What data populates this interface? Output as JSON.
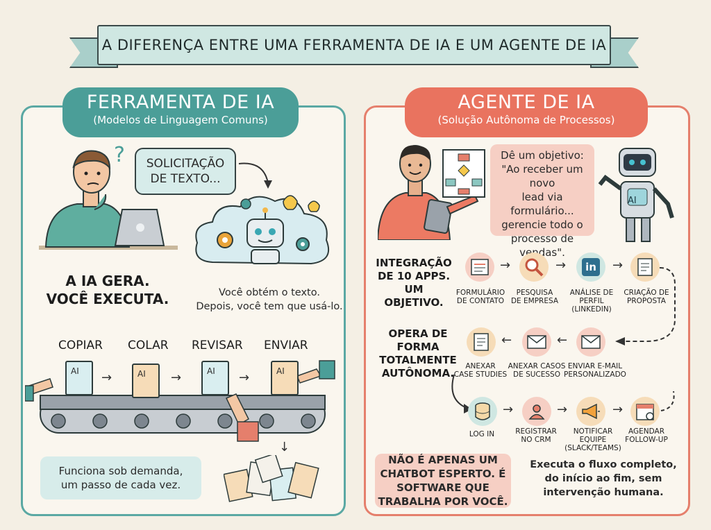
{
  "banner": {
    "title": "A DIFERENÇA ENTRE UMA FERRAMENTA DE IA E UM AGENTE DE IA"
  },
  "left": {
    "title": "FERRAMENTA DE IA",
    "subtitle": "(Modelos de Linguagem Comuns)",
    "speech_line1": "SOLICITAÇÃO",
    "speech_line2": "DE TEXTO...",
    "question_mark": "?",
    "caption_line1": "A IA GERA.",
    "caption_line2": "VOCÊ EXECUTA.",
    "result_line1": "Você obtém o texto.",
    "result_line2": "Depois, você tem que usá-lo.",
    "steps": [
      "COPIAR",
      "COLAR",
      "REVISAR",
      "ENVIAR"
    ],
    "doc_label": "AI",
    "note_line1": "Funciona sob demanda,",
    "note_line2": "um passo de cada vez."
  },
  "right": {
    "title": "AGENTE DE IA",
    "subtitle": "(Solução Autônoma de Processos)",
    "objective_line1": "Dê um objetivo:",
    "objective_line2": "\"Ao receber um novo",
    "objective_line3": "lead via formulário...",
    "objective_line4": "gerencie todo o",
    "objective_line5": "processo de",
    "objective_line6": "vendas\".",
    "robot_badge": "AI",
    "integration_line1": "INTEGRAÇÃO",
    "integration_line2": "DE 10 APPS.",
    "integration_line3": "UM OBJETIVO.",
    "autonomous_line1": "OPERA DE FORMA",
    "autonomous_line2": "TOTALMENTE",
    "autonomous_line3": "AUTÔNOMA.",
    "row1": [
      {
        "line1": "FORMULÁRIO",
        "line2": "DE CONTATO",
        "line3": "",
        "icon": "form-icon"
      },
      {
        "line1": "PESQUISA",
        "line2": "DE EMPRESA",
        "line3": "",
        "icon": "magnifier-icon"
      },
      {
        "line1": "ANÁLISE DE",
        "line2": "PERFIL",
        "line3": "(LINKEDIN)",
        "icon": "linkedin-icon"
      },
      {
        "line1": "CRIAÇÃO DE",
        "line2": "PROPOSTA",
        "line3": "",
        "icon": "document-icon"
      }
    ],
    "row2": [
      {
        "line1": "ANEXAR",
        "line2": "CASE STUDIES",
        "icon": "attachment-doc-icon"
      },
      {
        "line1": "ANEXAR CASOS",
        "line2": "DE SUCESSO",
        "icon": "envelope-icon"
      },
      {
        "line1": "ENVIAR E-MAIL",
        "line2": "PERSONALIZADO",
        "icon": "envelope-icon"
      }
    ],
    "row3": [
      {
        "line1": "LOG IN",
        "line2": "",
        "icon": "database-icon"
      },
      {
        "line1": "REGISTRAR",
        "line2": "NO CRM",
        "icon": "user-icon"
      },
      {
        "line1": "NOTIFICAR",
        "line2": "EQUIPE",
        "line3": "(SLACK/TEAMS)",
        "icon": "megaphone-icon"
      },
      {
        "line1": "AGENDAR",
        "line2": "FOLLOW-UP",
        "icon": "calendar-icon"
      }
    ],
    "linkedin_glyph": "in",
    "note_line1": "NÃO É APENAS UM",
    "note_line2": "CHATBOT ESPERTO. É",
    "note_line3": "SOFTWARE QUE",
    "note_line4": "TRABALHA POR VOCÊ.",
    "final_line1": "Executa o fluxo completo,",
    "final_line2": "do início ao fim, sem",
    "final_line3": "intervenção humana."
  },
  "colors": {
    "teal": "#4b9e98",
    "coral": "#e9735f",
    "cream": "#f4efe4"
  }
}
